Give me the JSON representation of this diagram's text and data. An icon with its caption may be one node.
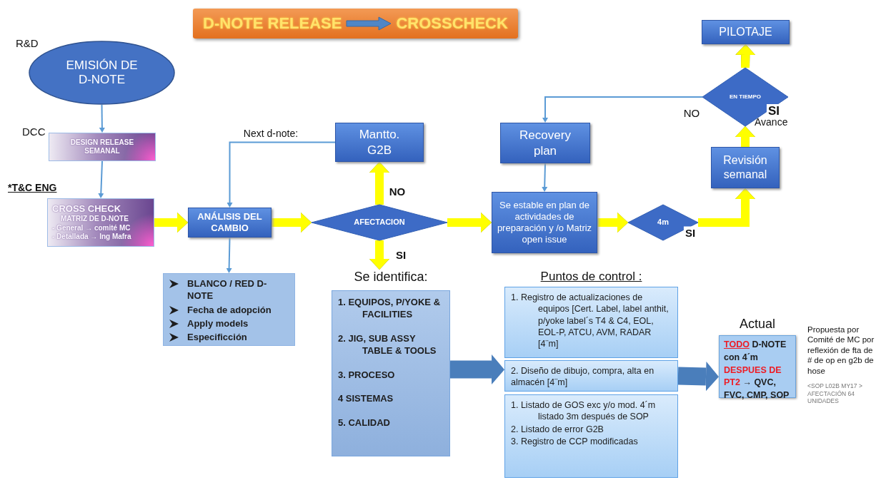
{
  "diagram": {
    "nodes": [
      {
        "text": [
          "D-NOTE RELEASE",
          "CROSSCHECK"
        ]
      },
      {
        "text": [
          "EMISIÓN DE D-NOTE"
        ],
        "beside": [
          "R&D"
        ]
      },
      {
        "text": [
          "DESIGN RELEASE SEMANAL"
        ],
        "beside": [
          "DCC"
        ]
      },
      {
        "text": [
          "CROSS CHECK",
          "MATRIZ DE D-NOTE",
          "- General → comité MC",
          "- Detallada → Ing Mafra"
        ],
        "beside": [
          "*T&C ENG"
        ]
      },
      {
        "text": [
          "ANÁLISIS DEL CAMBIO"
        ]
      },
      {
        "text": [
          "BLANCO / RED D-NOTE",
          "Fecha de adopción",
          "Apply models",
          "Especificción"
        ]
      },
      {
        "text": [
          "AFECTACION"
        ]
      },
      {
        "text": [
          "Mantto. G2B"
        ]
      },
      {
        "text": [
          "Se identifica:",
          "1. EQUIPOS, P/YOKE & FACILITIES",
          "2. JIG, SUB ASSY TABLE & TOOLS",
          "3. PROCESO",
          "4 SISTEMAS",
          "5. CALIDAD"
        ]
      },
      {
        "text": [
          "Recovery plan"
        ]
      },
      {
        "text": [
          "Se estable en plan de actividades de preparación y /o Matriz open issue"
        ]
      },
      {
        "text": [
          "4m"
        ]
      },
      {
        "text": [
          "Revisión semanal"
        ]
      },
      {
        "text": [
          "EN TIEMPO"
        ]
      },
      {
        "text": [
          "PILOTAJE"
        ]
      },
      {
        "text": [
          "Puntos de control :",
          "1. Registro de actualizaciones de equipos [Cert. Label, label anthit, p/yoke label´s T4 & C4, EOL, EOL-P, ATCU, AVM, RADAR [4¨m]"
        ]
      },
      {
        "text": [
          "2. Diseño de dibujo, compra, alta en almacén [4¨m]"
        ]
      },
      {
        "text": [
          "1. Listado de GOS exc y/o mod. 4´m listado 3m después de SOP",
          "2. Listado de error G2B",
          "3. Registro de CCP modificadas"
        ]
      },
      {
        "text": [
          "Actual",
          "TODO",
          "D-NOTE con 4´m",
          "DESPUES DE PT2",
          "→ QVC, FVC, CMP, SOP"
        ]
      }
    ],
    "edges": [
      {
        "from": 1,
        "to": 2,
        "arrow": "to",
        "color": "#5b9bd5"
      },
      {
        "from": 2,
        "to": 3,
        "arrow": "to",
        "color": "#5b9bd5"
      },
      {
        "from": 3,
        "to": 4,
        "arrow": "to"
      },
      {
        "from": 4,
        "to": 6,
        "arrow": "to"
      },
      {
        "from": 4,
        "to": 5,
        "arrow": "to",
        "color": "#5b9bd5"
      },
      {
        "from": 6,
        "to": 7,
        "arrow": "to",
        "label": "NO"
      },
      {
        "from": 6,
        "to": 8,
        "arrow": "to",
        "label": "SI"
      },
      {
        "from": 7,
        "to": 4,
        "arrow": "to",
        "color": "#5b9bd5",
        "label": "Next d-note:"
      },
      {
        "from": 6,
        "to": 10,
        "arrow": "to"
      },
      {
        "from": 9,
        "to": 10,
        "arrow": "to",
        "color": "#5b9bd5"
      },
      {
        "from": 10,
        "to": 11,
        "arrow": "to"
      },
      {
        "from": 11,
        "to": 12,
        "arrow": "to",
        "label": "SI"
      },
      {
        "from": 12,
        "to": 13,
        "arrow": "to"
      },
      {
        "from": 13,
        "to": 14,
        "arrow": "to",
        "label": "SI"
      },
      {
        "from": 13,
        "to": 9,
        "arrow": "to",
        "color": "#5b9bd5",
        "label": "NO"
      },
      {
        "from": 8,
        "to": 16,
        "arrow": "to",
        "style": "thick",
        "color": "#4a7ebb"
      },
      {
        "from": 16,
        "to": 18,
        "arrow": "to",
        "style": "thick",
        "color": "#4a7ebb"
      }
    ],
    "labels": [
      "Avance",
      "Propuesta por Comité de MC por reflexión de fta de # de op en g2b de hose",
      "<SOP L02B MY17 > AFECTACIÓN 64 UNIDADES"
    ]
  }
}
